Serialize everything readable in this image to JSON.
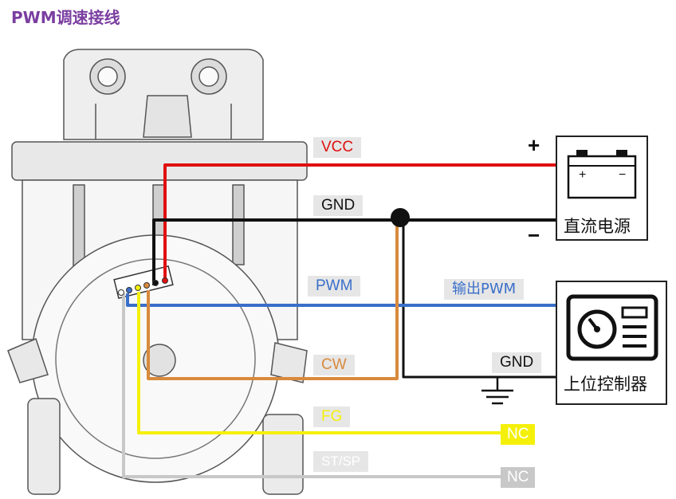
{
  "title": "PWM调速接线",
  "wires": {
    "vcc": {
      "label": "VCC",
      "color": "#e01010"
    },
    "gnd": {
      "label": "GND",
      "color": "#111111"
    },
    "pwm": {
      "label": "PWM",
      "color": "#3a6fc9"
    },
    "cw": {
      "label": "CW",
      "color": "#d98a3c"
    },
    "fg": {
      "label": "FG",
      "color": "#f5f00a"
    },
    "stsp": {
      "label": "ST/SP",
      "color": "#c8c8c8"
    }
  },
  "power_supply": {
    "label": "直流电源",
    "plus": "+",
    "minus": "−",
    "icon": "battery-icon"
  },
  "controller": {
    "label": "上位控制器",
    "output_label": "输出PWM",
    "gnd_label": "GND",
    "icon": "dashboard-icon"
  },
  "nc_labels": [
    "NC",
    "NC"
  ],
  "colors": {
    "title": "#7a3ea0",
    "label_bg": "#e6e6e6"
  }
}
